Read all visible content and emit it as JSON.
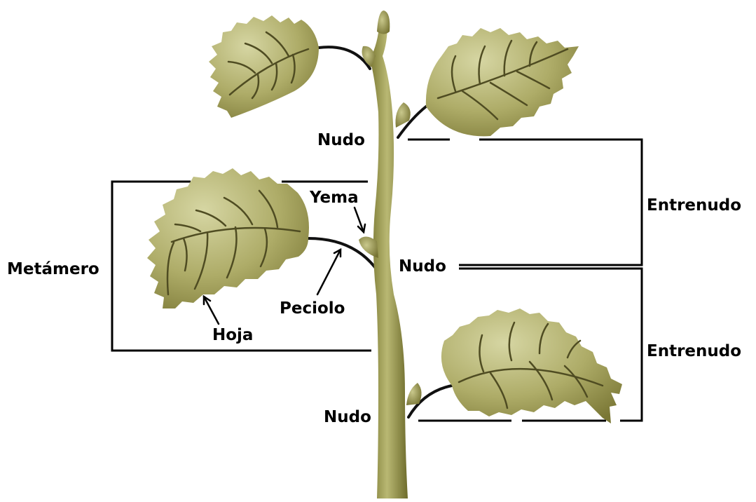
{
  "labels": {
    "nudo_top": "Nudo",
    "nudo_mid": "Nudo",
    "nudo_bottom": "Nudo",
    "entrenudo_upper": "Entrenudo",
    "entrenudo_lower": "Entrenudo",
    "metamero": "Metámero",
    "yema": "Yema",
    "peciolo": "Peciolo",
    "hoja": "Hoja"
  },
  "colors": {
    "stem_light": "#b5b46f",
    "stem_dark": "#6f6d2d",
    "leaf_light": "#cfcf98",
    "leaf_dark": "#7f7c38",
    "vein": "#4f4c22",
    "petiole": "#111111",
    "bracket": "#000000"
  }
}
